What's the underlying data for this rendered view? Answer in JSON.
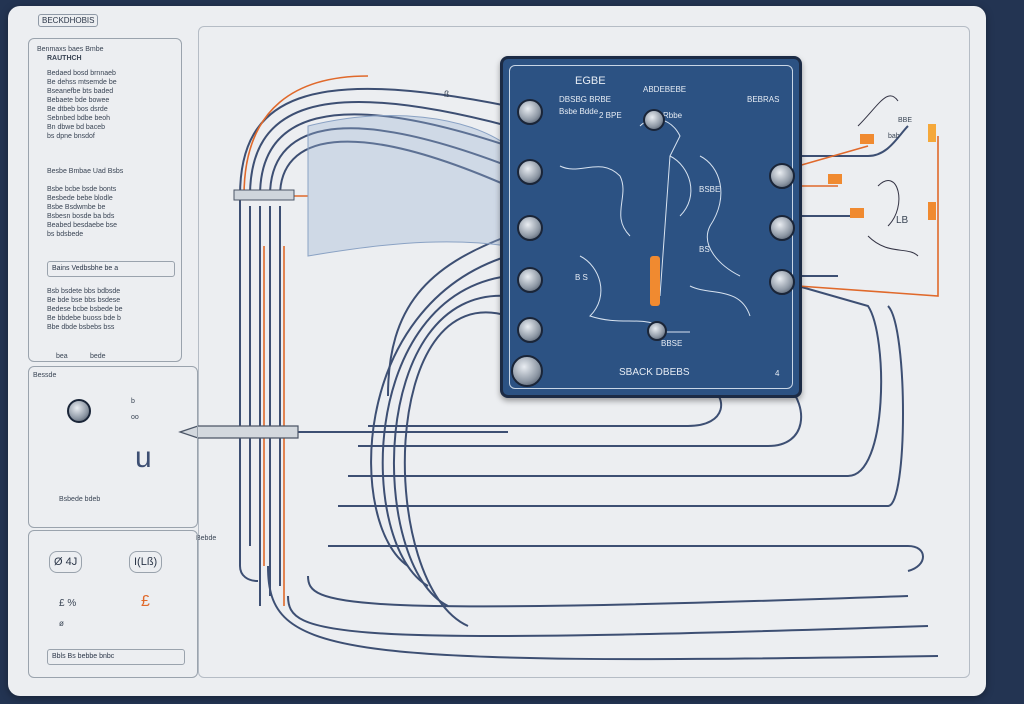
{
  "header": {
    "tag_label": "BECKDHOBIS"
  },
  "left_panel": {
    "title_line1": "Benmaxs baes Bmbe",
    "title_line2": "RAUTHCH",
    "para1": [
      "Bedaed bosd brnnaeb",
      "Be dehss mtsemde be",
      "Bseanefbe bts baded",
      "Bebaete bde bowee",
      "Be dtbeb bos dsrde",
      "Sebnbed bdbe beoh",
      "Bn dbwe bd baceb",
      "bs dpne bnsdof"
    ],
    "section2_title": "Besbe Bmbae Uad Bsbs",
    "para2": [
      "Bsbe bcbe bsde bonts",
      "Besbede bebe blodle",
      "Bsbe Bsdwmbe be",
      "Bsbesn bosde ba bds",
      "Beabed besdaebe bse",
      "bs bdsbede"
    ],
    "field_label": "Bains Vedbsbhe be a",
    "para3": [
      "Bsb bsdete bbs bdbsde",
      "Be bde bse bbs bsdese",
      "Bedese bcbe bsbede be",
      "Be bbdebe buoss bde b",
      "Bbe dbde bsbebs bss"
    ],
    "footer_tabs": [
      "bea",
      "bede"
    ]
  },
  "lower_left": {
    "tag": "Bessde",
    "caption": "Bsbede bdeb",
    "knob_label": "b",
    "connector_symbols": [
      "oo",
      "u"
    ],
    "corner_label": "Bebde"
  },
  "bottom_left": {
    "btn1": "Ø 4J",
    "btn2": "I(Lß)",
    "symbols": [
      "£ %",
      "£",
      "ø"
    ],
    "bar_label": "Bbls Bs bebbe bnbc"
  },
  "panel": {
    "title": "EGBE",
    "subtitle1": "DBSBG BRBE",
    "subtitle2": "ABDEBEBE",
    "subtitle3": "BEBRAS",
    "subtitle4": "Rbbe",
    "inner_label1": "Bsbe Bdde",
    "inner_label2": "2 BPE",
    "inner_label3": "BSBE",
    "inner_label4": "B S",
    "inner_label5": "BS",
    "inner_label6": "BBSE",
    "brand": "SBACK DBEBS",
    "corner_num": "4"
  },
  "right_labels": {
    "r1": "BBE",
    "r2": "bab",
    "r3": "LB",
    "r4": "ß"
  },
  "colors": {
    "background": "#233452",
    "sheet": "#eceef1",
    "panel": "#2c5283",
    "wire_blue": "#3d4f73",
    "wire_orange": "#e0692b"
  }
}
